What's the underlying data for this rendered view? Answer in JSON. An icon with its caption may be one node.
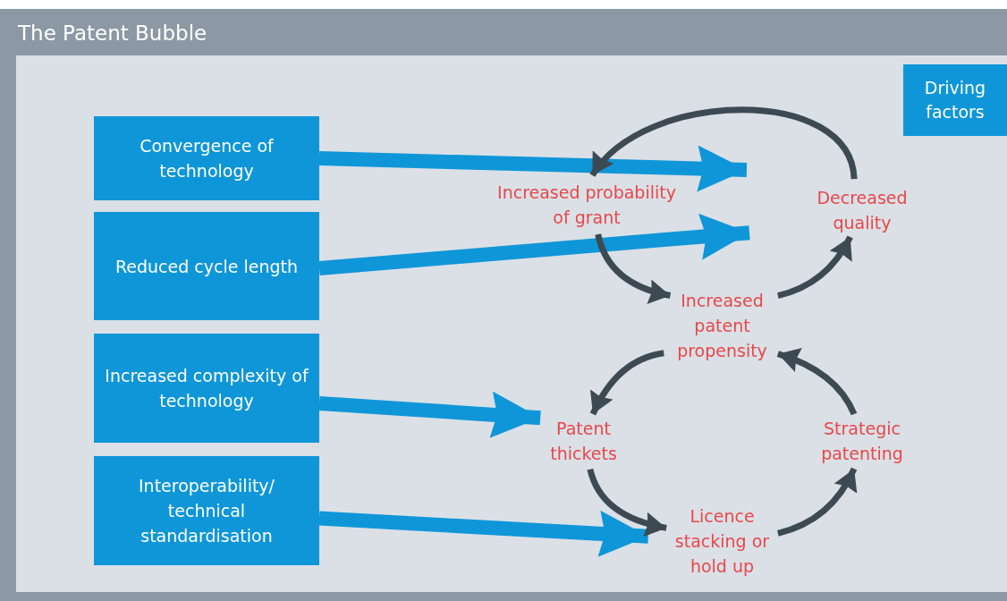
{
  "diagram": {
    "title": "The Patent Bubble",
    "nodes": [
      {
        "text": [
          "Convergence of technology"
        ]
      },
      {
        "text": [
          "Reduced cycle length"
        ]
      },
      {
        "text": [
          "Increased complexity of technology"
        ]
      },
      {
        "text": [
          "Interoperability/ technical standardisation"
        ]
      },
      {
        "text": [
          "Increased probability of grant"
        ]
      },
      {
        "text": [
          "Decreased quality"
        ]
      },
      {
        "text": [
          "Increased patent propensity"
        ]
      },
      {
        "text": [
          "Patent thickets"
        ]
      },
      {
        "text": [
          "Strategic patenting"
        ]
      },
      {
        "text": [
          "Licence stacking or hold up"
        ]
      }
    ],
    "edges": [
      {
        "from": 0,
        "to": 4,
        "arrow": "to",
        "style": "thick",
        "color": "#0f96d8"
      },
      {
        "from": 1,
        "to": 6,
        "arrow": "to",
        "style": "thick",
        "color": "#0f96d8"
      },
      {
        "from": 2,
        "to": 7,
        "arrow": "to",
        "style": "thick",
        "color": "#0f96d8"
      },
      {
        "from": 3,
        "to": 9,
        "arrow": "to",
        "style": "thick",
        "color": "#0f96d8"
      },
      {
        "from": 5,
        "to": 4,
        "arrow": "to"
      },
      {
        "from": 4,
        "to": 6,
        "arrow": "to"
      },
      {
        "from": 6,
        "to": 5,
        "arrow": "to"
      },
      {
        "from": 6,
        "to": 7,
        "arrow": "to"
      },
      {
        "from": 7,
        "to": 9,
        "arrow": "to"
      },
      {
        "from": 9,
        "to": 8,
        "arrow": "to"
      },
      {
        "from": 8,
        "to": 6,
        "arrow": "to"
      }
    ],
    "labels": [
      "Driving factors"
    ]
  }
}
